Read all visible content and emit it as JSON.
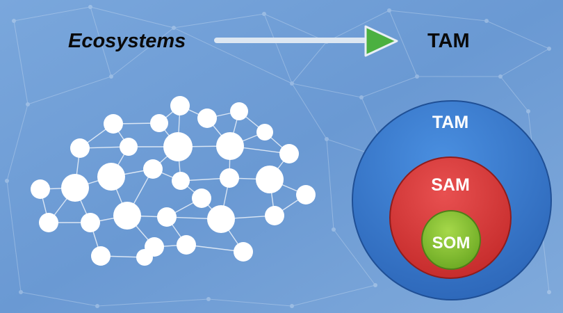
{
  "header": {
    "left_label": "Ecosystems",
    "right_label": "TAM"
  },
  "market_circles": [
    {
      "label": "TAM",
      "color": "#3b7fd1"
    },
    {
      "label": "SAM",
      "color": "#d9393a"
    },
    {
      "label": "SOM",
      "color": "#8cc432"
    }
  ],
  "colors": {
    "background": "#6f9ed6",
    "arrow_head": "#4bb040",
    "arrow_line": "#dfe8f2",
    "node": "#ffffff"
  }
}
